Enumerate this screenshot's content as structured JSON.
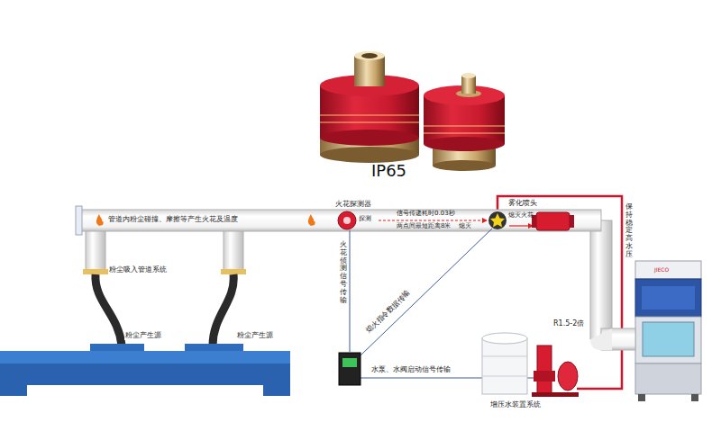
{
  "diagram": {
    "nodes": [
      {
        "text": [
          "粉尘产生源",
          "粉尘产生源"
        ]
      }
    ],
    "labels": [
      "IP65",
      "管道内粉尘碰撞、摩擦等产生火花及温度",
      "粉尘吸入管道系统",
      "火花探测器",
      "探测",
      "信号传递耗时0.03秒",
      "两点间最短距离8米",
      "熄灭",
      "熄灭火花",
      "雾化喷头",
      "火花侦测信号传输",
      "熄火指令数据传输",
      "水泵、水阀启动信号传输",
      "增压水装置系统",
      "R1.5-2倍",
      "保持稳定高水压",
      "JIECO"
    ]
  }
}
